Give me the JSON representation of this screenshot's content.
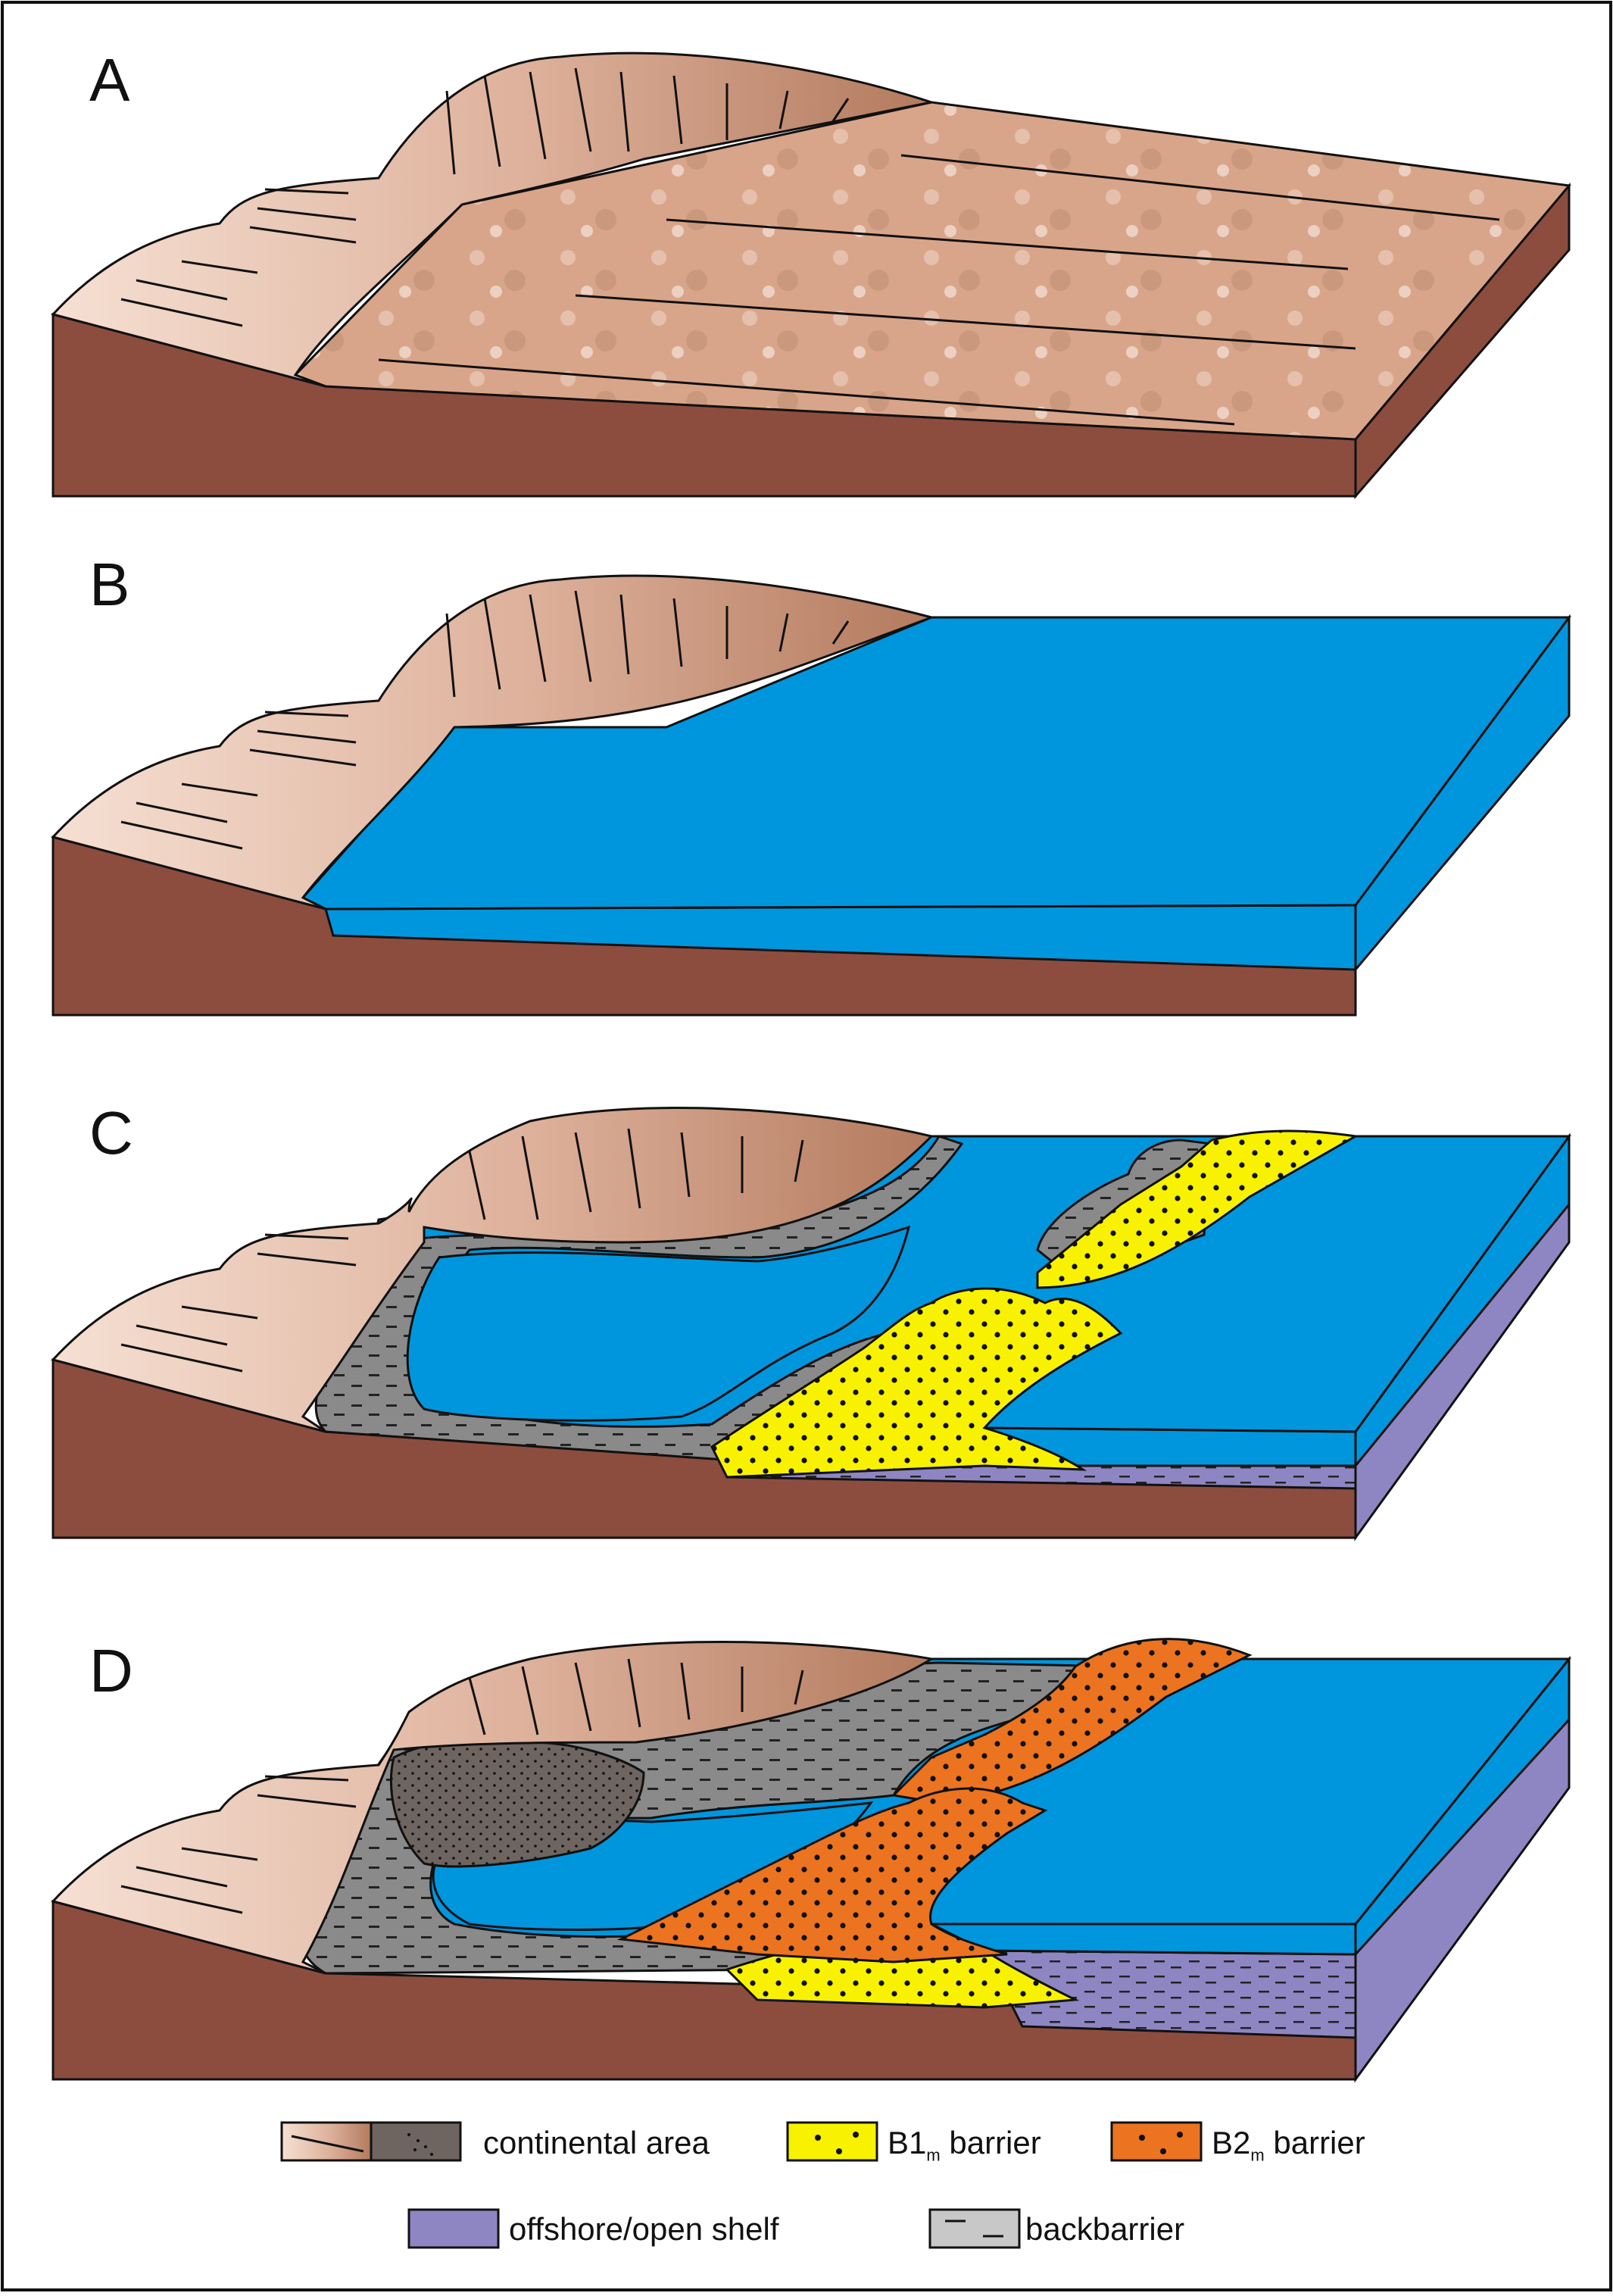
{
  "panels": [
    {
      "letter": "A",
      "stage": "exposed-shelf"
    },
    {
      "letter": "B",
      "stage": "flooded-shelf"
    },
    {
      "letter": "C",
      "stage": "b1-barrier"
    },
    {
      "letter": "D",
      "stage": "b2-barrier"
    }
  ],
  "legend": {
    "continental": "continental area",
    "b1_main": "B1",
    "b1_sub": "m",
    "b1_suffix": " barrier",
    "b2_main": "B2",
    "b2_sub": "m",
    "b2_suffix": " barrier",
    "offshore": "offshore/open shelf",
    "backbarrier": "backbarrier"
  },
  "colors": {
    "sea": "#0096DE",
    "substrate": "#8C4D3F",
    "hill_light": "#F4D8C9",
    "hill_dark": "#B57C60",
    "plain": "#D9A58A",
    "backbarrier": "#8A8A8A",
    "barrier_b1": "#F8F200",
    "barrier_b2": "#EC7420",
    "offshore": "#8E86C2",
    "fan": "#6E6460"
  }
}
